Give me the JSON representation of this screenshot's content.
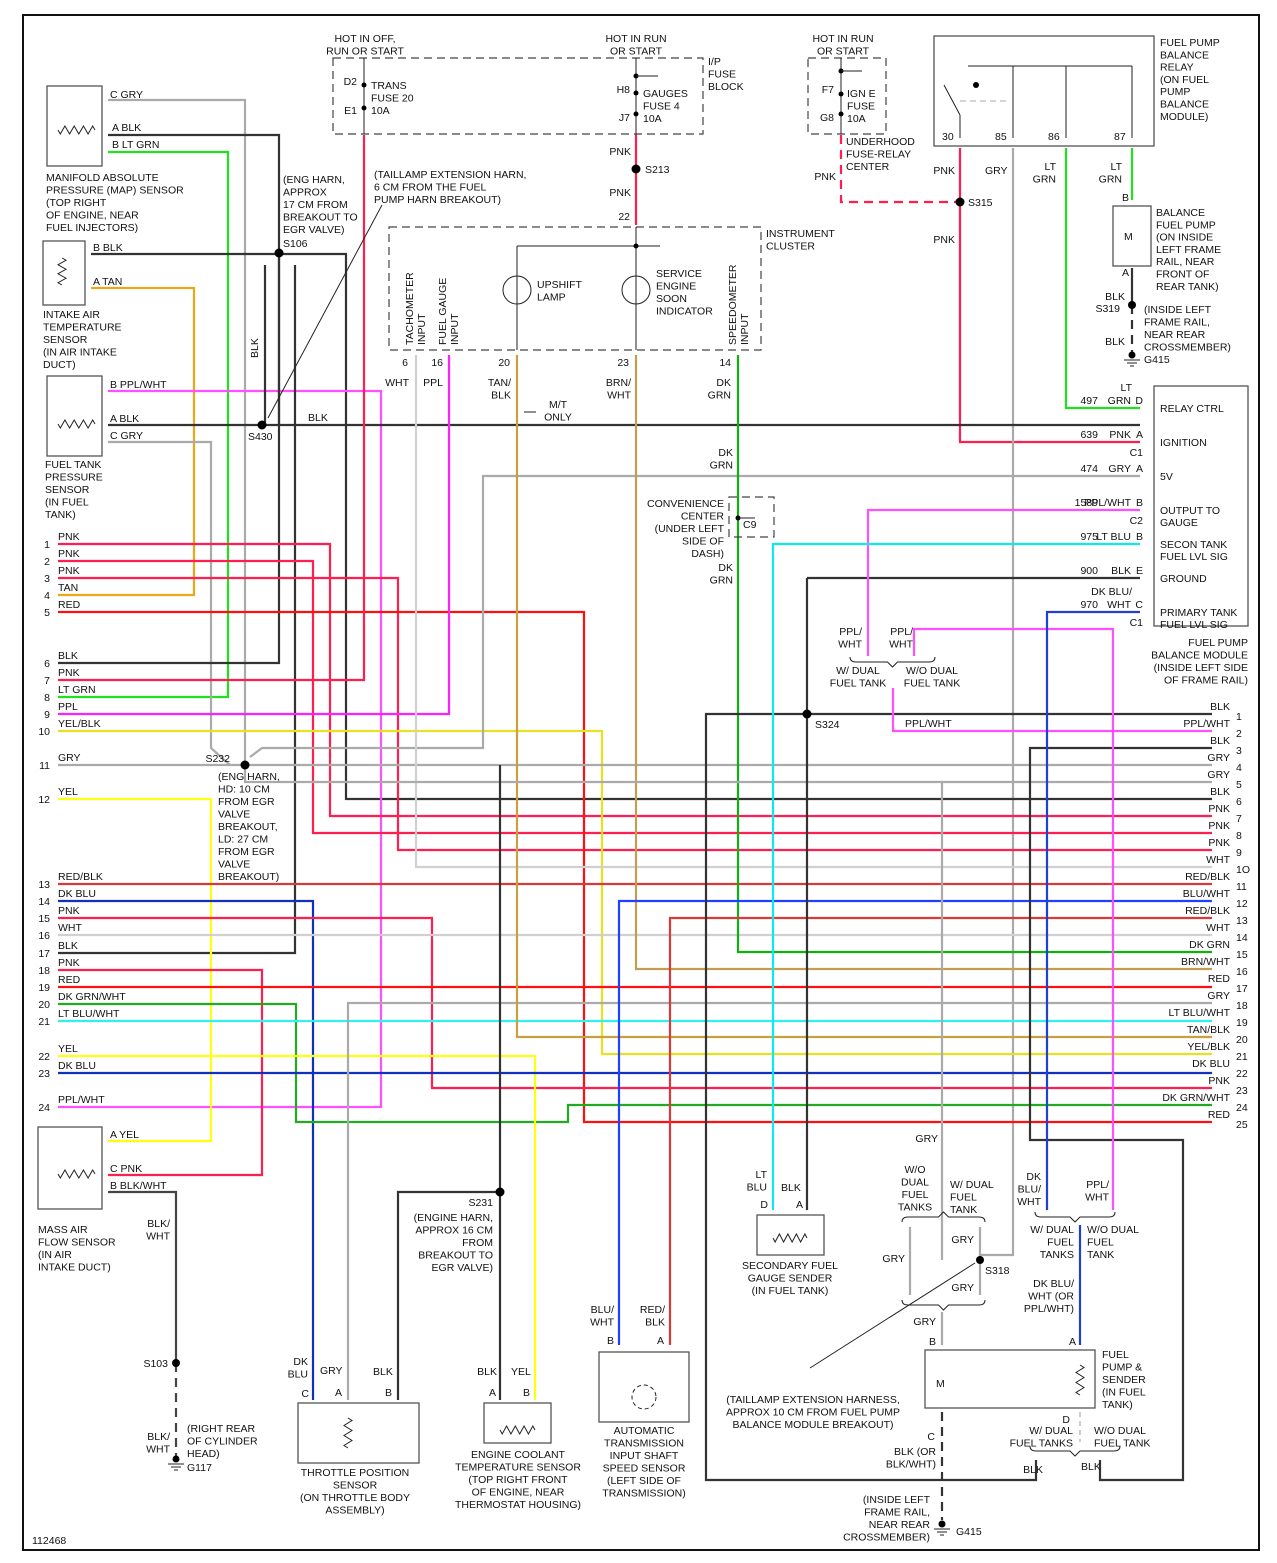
{
  "diagram_id": "112468",
  "colors": {
    "PNK": "#ff1f4f",
    "RED": "#ff1010",
    "RED/BLK": "#d83a3a",
    "TAN": "#e8a817",
    "TAN/BLK": "#c8a040",
    "BLK": "#333333",
    "GRY": "#aaaaaa",
    "WHT": "#d0d0d0",
    "LT GRN": "#20e020",
    "DK GRN": "#10b010",
    "DK GRN/WHT": "#22aa22",
    "PPL": "#ff20ff",
    "PPL/WHT": "#ff50ff",
    "YEL": "#ffff10",
    "YEL/BLK": "#e8e020",
    "DK BLU": "#1030c0",
    "LT BLU": "#10e8f0",
    "LT BLU/WHT": "#30f0f0",
    "BLU/WHT": "#2040ff",
    "BRN/WHT": "#c0a050",
    "DK BLU/WHT": "#2040d0",
    "BLK/WHT": "#444444"
  },
  "fuse_blocks": {
    "ip_fuse_block": {
      "label": [
        "I/P",
        "FUSE",
        "BLOCK"
      ],
      "trans_fuse": {
        "hot_label": [
          "HOT IN OFF,",
          "RUN OR START"
        ],
        "pins": [
          "D2",
          "E1"
        ],
        "name": [
          "TRANS",
          "FUSE 20",
          "10A"
        ],
        "wire_color_label": "PNK"
      },
      "gauges_fuse": {
        "hot_label": [
          "HOT IN RUN",
          "OR START"
        ],
        "pins": [
          "H8",
          "J7"
        ],
        "name": [
          "GAUGES",
          "FUSE 4",
          "10A"
        ],
        "wire_above_splice": "PNK",
        "splice": "S213",
        "wire_below_splice": "PNK",
        "cluster_pin": "22"
      }
    },
    "underhood": {
      "hot_label": [
        "HOT IN RUN",
        "OR START"
      ],
      "pins": [
        "F7",
        "G8"
      ],
      "name": [
        "IGN E",
        "FUSE",
        "10A"
      ],
      "label": [
        "UNDERHOOD",
        "FUSE-RELAY",
        "CENTER"
      ],
      "wire_color_label": "PNK",
      "splice": "S315"
    }
  },
  "relay": {
    "label": [
      "FUEL PUMP",
      "BALANCE",
      "RELAY",
      "(ON FUEL",
      "PUMP",
      "BALANCE",
      "MODULE)"
    ],
    "pins": [
      {
        "num": "30",
        "color": "PNK"
      },
      {
        "num": "85",
        "color": "GRY"
      },
      {
        "num": "86",
        "color": [
          "LT",
          "GRN"
        ]
      },
      {
        "num": "87",
        "color": [
          "LT",
          "GRN"
        ]
      }
    ],
    "below_splice_color": "PNK"
  },
  "balance_fuel_pump": {
    "label": [
      "BALANCE",
      "FUEL PUMP",
      "(ON INSIDE",
      "LEFT FRAME",
      "RAIL, NEAR",
      "FRONT OF",
      "REAR TANK)"
    ],
    "pin_b": "B",
    "pin_a": "A",
    "motor": "M",
    "ground_wire_1": "BLK",
    "splice": "S319",
    "ground_wire_2": "BLK",
    "ground_loc": [
      "(INSIDE LEFT",
      "FRAME RAIL,",
      "NEAR REAR",
      "CROSSMEMBER)"
    ],
    "ground": "G415"
  },
  "instrument_cluster": {
    "label": [
      "INSTRUMENT",
      "CLUSTER"
    ],
    "inputs": [
      {
        "name": [
          "TACHOMETER",
          "INPUT"
        ],
        "pin": "6",
        "wire": "WHT"
      },
      {
        "name": [
          "FUEL GAUGE",
          "INPUT"
        ],
        "pin": "16",
        "wire": "PPL"
      },
      {
        "name": [
          "SPEEDOMETER",
          "INPUT"
        ],
        "pin": "14",
        "wire": [
          "DK",
          "GRN"
        ]
      }
    ],
    "lamps": [
      {
        "name": [
          "UPSHIFT",
          "LAMP"
        ],
        "pin": "20",
        "wire": [
          "TAN/",
          "BLK"
        ],
        "note": [
          "M/T",
          "ONLY"
        ]
      },
      {
        "name": [
          "SERVICE",
          "ENGINE",
          "SOON",
          "INDICATOR"
        ],
        "pin": "23",
        "wire": [
          "BRN/",
          "WHT"
        ]
      }
    ]
  },
  "convenience_center": {
    "label": [
      "CONVENIENCE",
      "CENTER",
      "(UNDER LEFT",
      "SIDE OF",
      "DASH)"
    ],
    "connector": "C9",
    "wire_above": [
      "DK",
      "GRN"
    ],
    "wire_below": [
      "DK",
      "GRN"
    ]
  },
  "balance_module": {
    "label": [
      "FUEL PUMP",
      "BALANCE MODULE",
      "(INSIDE LEFT SIDE",
      "OF FRAME RAIL)"
    ],
    "pins": [
      {
        "circuit": "497",
        "color": "LT GRN",
        "color_top": "LT",
        "color_bottom": "GRN",
        "pin": "D",
        "conn": "",
        "function": [
          "RELAY CTRL"
        ]
      },
      {
        "circuit": "639",
        "color": "PNK",
        "pin": "A",
        "conn": "C1",
        "function": [
          "IGNITION"
        ]
      },
      {
        "circuit": "474",
        "color": "GRY",
        "pin": "A",
        "conn": "",
        "function": [
          "5V"
        ]
      },
      {
        "circuit": "1589",
        "color": "PPL/WHT",
        "pin": "B",
        "conn": "C2",
        "function": [
          "OUTPUT TO",
          "GAUGE"
        ]
      },
      {
        "circuit": "975",
        "color": "LT BLU",
        "pin": "B",
        "conn": "",
        "function": [
          "SECON TANK",
          "FUEL LVL SIG"
        ]
      },
      {
        "circuit": "900",
        "color": "BLK",
        "pin": "E",
        "conn": "",
        "function": [
          "GROUND"
        ]
      },
      {
        "circuit": "970",
        "color": "DK BLU/WHT",
        "color_top": "DK BLU/",
        "color_bottom": "WHT",
        "pin": "C",
        "conn": "C1",
        "function": [
          "PRIMARY TANK",
          "FUEL LVL SIG"
        ]
      }
    ]
  },
  "dual_tank_branch_mid": {
    "left": {
      "wire": [
        "PPL/",
        "WHT"
      ],
      "label": [
        "W/ DUAL",
        "FUEL TANK"
      ]
    },
    "right": {
      "wire": [
        "PPL/",
        "WHT"
      ],
      "label": [
        "W/O DUAL",
        "FUEL TANK"
      ]
    },
    "bottom_wire": "PPL/WHT",
    "splice": "S324"
  },
  "sensors": {
    "map": {
      "label": [
        "MANIFOLD ABSOLUTE",
        "PRESSURE (MAP) SENSOR",
        "(TOP RIGHT",
        "OF ENGINE, NEAR",
        "FUEL INJECTORS)"
      ],
      "pins": [
        {
          "pin": "C",
          "color": "GRY"
        },
        {
          "pin": "A",
          "color": "BLK"
        },
        {
          "pin": "B",
          "color": "LT GRN"
        }
      ]
    },
    "iat": {
      "label": [
        "INTAKE AIR",
        "TEMPERATURE",
        "SENSOR",
        "(IN AIR INTAKE",
        "DUCT)"
      ],
      "pins": [
        {
          "pin": "B",
          "color": "BLK"
        },
        {
          "pin": "A",
          "color": "TAN"
        }
      ]
    },
    "ftp": {
      "label": [
        "FUEL TANK",
        "PRESSURE",
        "SENSOR",
        "(IN FUEL",
        "TANK)"
      ],
      "pins": [
        {
          "pin": "B",
          "color": "PPL/WHT"
        },
        {
          "pin": "A",
          "color": "BLK"
        },
        {
          "pin": "C",
          "color": "GRY"
        }
      ]
    },
    "maf": {
      "label": [
        "MASS AIR",
        "FLOW SENSOR",
        "(IN AIR",
        "INTAKE DUCT)"
      ],
      "pins": [
        {
          "pin": "A",
          "color": "YEL"
        },
        {
          "pin": "C",
          "color": "PNK"
        },
        {
          "pin": "B",
          "color": "BLK/WHT"
        }
      ],
      "ground_wire_1": [
        "BLK/",
        "WHT"
      ],
      "splice": "S103",
      "ground_wire_2": [
        "BLK/",
        "WHT"
      ],
      "ground_loc": [
        "(RIGHT REAR",
        "OF CYLINDER",
        "HEAD)"
      ],
      "ground": "G117"
    },
    "tps": {
      "label": [
        "THROTTLE POSITION",
        "SENSOR",
        "(ON THROTTLE BODY",
        "ASSEMBLY)"
      ],
      "pins": [
        {
          "pin": "C",
          "color": [
            "DK",
            "BLU"
          ]
        },
        {
          "pin": "A",
          "color": [
            "GRY"
          ]
        },
        {
          "pin": "B",
          "color": [
            "BLK"
          ]
        }
      ]
    },
    "ect": {
      "label": [
        "ENGINE COOLANT",
        "TEMPERATURE SENSOR",
        "(TOP RIGHT FRONT",
        "OF ENGINE, NEAR",
        "THERMOSTAT HOUSING)"
      ],
      "pins": [
        {
          "pin": "A",
          "color": "BLK"
        },
        {
          "pin": "B",
          "color": "YEL"
        }
      ],
      "splice": "S231",
      "splice_note": [
        "(ENGINE HARN,",
        "APPROX 16 CM",
        "FROM",
        "BREAKOUT TO",
        "EGR VALVE)"
      ]
    },
    "isss": {
      "label": [
        "AUTOMATIC",
        "TRANSMISSION",
        "INPUT SHAFT",
        "SPEED SENSOR",
        "(LEFT SIDE OF",
        "TRANSMISSION)"
      ],
      "pins": [
        {
          "pin": "B",
          "color": [
            "BLU/",
            "WHT"
          ]
        },
        {
          "pin": "A",
          "color": [
            "RED/",
            "BLK"
          ]
        }
      ]
    },
    "secondary_sender": {
      "label": [
        "SECONDARY FUEL",
        "GAUGE SENDER",
        "(IN FUEL TANK)"
      ],
      "pins": [
        {
          "pin": "D",
          "color": [
            "LT",
            "BLU"
          ]
        },
        {
          "pin": "A",
          "color": [
            "BLK"
          ]
        }
      ]
    },
    "pump_sender": {
      "label": [
        "FUEL",
        "PUMP &",
        "SENDER",
        "(IN FUEL",
        "TANK)"
      ],
      "motor": "M",
      "pin_b": "B",
      "pin_a": "A",
      "pin_c": "C",
      "pin_d": "D",
      "gry_above": "GRY",
      "c_wire": [
        "BLK (OR",
        "BLK/WHT)"
      ],
      "ground_loc": [
        "(INSIDE LEFT",
        "FRAME RAIL,",
        "NEAR REAR",
        "CROSSMEMBER)"
      ],
      "ground": "G415"
    }
  },
  "splices": {
    "s106": {
      "id": "S106",
      "note": [
        "(ENG HARN,",
        "APPROX",
        "17 CM FROM",
        "BREAKOUT TO",
        "EGR VALVE)"
      ],
      "vertical_label": "BLK"
    },
    "s430": {
      "id": "S430",
      "right_label": "BLK"
    },
    "s232": {
      "id": "S232",
      "note": [
        "(ENG HARN,",
        "HD: 10 CM",
        "FROM EGR",
        "VALVE",
        "BREAKOUT,",
        "LD: 27 CM",
        "FROM EGR",
        "VALVE",
        "BREAKOUT)"
      ]
    },
    "s318": {
      "id": "S318"
    }
  },
  "taillamp_notes": {
    "upper": [
      "(TAILLAMP EXTENSION HARN,",
      "6 CM FROM THE FUEL",
      "PUMP HARN BREAKOUT)"
    ],
    "lower": [
      "(TAILLAMP EXTENSION HARNESS,",
      "APPROX 10 CM FROM FUEL PUMP",
      "BALANCE MODULE BREAKOUT)"
    ]
  },
  "gry_branch": {
    "top_gry": "GRY",
    "left": {
      "label": [
        "W/O",
        "DUAL",
        "FUEL",
        "TANKS"
      ],
      "wire": "GRY"
    },
    "right": {
      "label": [
        "W/ DUAL",
        "FUEL",
        "TANK"
      ],
      "wire_top": "GRY",
      "wire_bottom": "GRY"
    }
  },
  "pump_d_branch": {
    "left": {
      "label": [
        "W/ DUAL",
        "FUEL TANKS"
      ],
      "wire": "BLK"
    },
    "right": {
      "label": [
        "W/O DUAL",
        "FUEL TANK"
      ],
      "wire": "BLK"
    }
  },
  "pump_a_branch": {
    "left_wire": [
      "DK",
      "BLU/",
      "WHT"
    ],
    "right_wire": [
      "PPL/",
      "WHT"
    ],
    "left_label": [
      "W/ DUAL",
      "FUEL",
      "TANKS"
    ],
    "right_label": [
      "W/O DUAL",
      "FUEL",
      "TANK"
    ],
    "below": [
      "DK BLU/",
      "WHT (OR",
      "PPL/WHT)"
    ]
  },
  "left_connector": [
    {
      "pin": "1",
      "color": "PNK"
    },
    {
      "pin": "2",
      "color": "PNK"
    },
    {
      "pin": "3",
      "color": "PNK"
    },
    {
      "pin": "4",
      "color": "TAN"
    },
    {
      "pin": "5",
      "color": "RED"
    },
    {
      "pin": "6",
      "color": "BLK"
    },
    {
      "pin": "7",
      "color": "PNK"
    },
    {
      "pin": "8",
      "color": "LT GRN"
    },
    {
      "pin": "9",
      "color": "PPL"
    },
    {
      "pin": "10",
      "color": "YEL/BLK"
    },
    {
      "pin": "11",
      "color": "GRY"
    },
    {
      "pin": "12",
      "color": "YEL"
    },
    {
      "pin": "13",
      "color": "RED/BLK"
    },
    {
      "pin": "14",
      "color": "DK BLU"
    },
    {
      "pin": "15",
      "color": "PNK"
    },
    {
      "pin": "16",
      "color": "WHT"
    },
    {
      "pin": "17",
      "color": "BLK"
    },
    {
      "pin": "18",
      "color": "PNK"
    },
    {
      "pin": "19",
      "color": "RED"
    },
    {
      "pin": "20",
      "color": "DK GRN/WHT"
    },
    {
      "pin": "21",
      "color": "LT BLU/WHT"
    },
    {
      "pin": "22",
      "color": "YEL"
    },
    {
      "pin": "23",
      "color": "DK BLU"
    },
    {
      "pin": "24",
      "color": "PPL/WHT"
    }
  ],
  "right_connector": [
    {
      "pin": "1",
      "color": "BLK"
    },
    {
      "pin": "2",
      "color": "PPL/WHT"
    },
    {
      "pin": "3",
      "color": "BLK"
    },
    {
      "pin": "4",
      "color": "GRY"
    },
    {
      "pin": "5",
      "color": "GRY"
    },
    {
      "pin": "6",
      "color": "BLK"
    },
    {
      "pin": "7",
      "color": "PNK"
    },
    {
      "pin": "8",
      "color": "PNK"
    },
    {
      "pin": "9",
      "color": "PNK"
    },
    {
      "pin": "1O",
      "color": "WHT"
    },
    {
      "pin": "11",
      "color": "RED/BLK"
    },
    {
      "pin": "12",
      "color": "BLU/WHT"
    },
    {
      "pin": "13",
      "color": "RED/BLK"
    },
    {
      "pin": "14",
      "color": "WHT"
    },
    {
      "pin": "15",
      "color": "DK GRN"
    },
    {
      "pin": "16",
      "color": "BRN/WHT"
    },
    {
      "pin": "17",
      "color": "RED"
    },
    {
      "pin": "18",
      "color": "GRY"
    },
    {
      "pin": "19",
      "color": "LT BLU/WHT"
    },
    {
      "pin": "20",
      "color": "TAN/BLK"
    },
    {
      "pin": "21",
      "color": "YEL/BLK"
    },
    {
      "pin": "22",
      "color": "DK BLU"
    },
    {
      "pin": "23",
      "color": "PNK"
    },
    {
      "pin": "24",
      "color": "DK GRN/WHT"
    },
    {
      "pin": "25",
      "color": "RED"
    }
  ]
}
